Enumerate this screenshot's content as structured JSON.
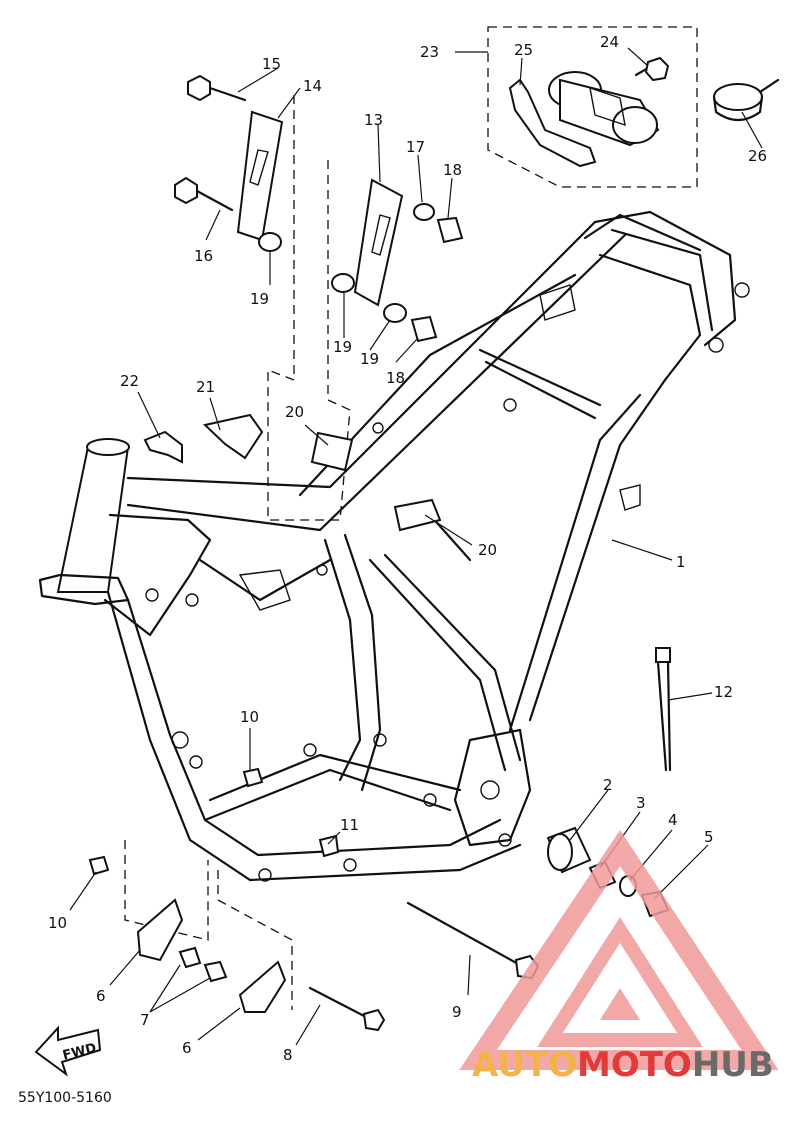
{
  "diagram": {
    "part_code": "55Y100-5160",
    "fwd_label": "FWD",
    "callouts": [
      {
        "id": "c1",
        "text": "1"
      },
      {
        "id": "c2",
        "text": "2"
      },
      {
        "id": "c3",
        "text": "3"
      },
      {
        "id": "c4",
        "text": "4"
      },
      {
        "id": "c5",
        "text": "5"
      },
      {
        "id": "c6a",
        "text": "6"
      },
      {
        "id": "c6b",
        "text": "6"
      },
      {
        "id": "c7",
        "text": "7"
      },
      {
        "id": "c8",
        "text": "8"
      },
      {
        "id": "c9",
        "text": "9"
      },
      {
        "id": "c10a",
        "text": "10"
      },
      {
        "id": "c10b",
        "text": "10"
      },
      {
        "id": "c11",
        "text": "11"
      },
      {
        "id": "c12",
        "text": "12"
      },
      {
        "id": "c13",
        "text": "13"
      },
      {
        "id": "c14",
        "text": "14"
      },
      {
        "id": "c15",
        "text": "15"
      },
      {
        "id": "c16",
        "text": "16"
      },
      {
        "id": "c17",
        "text": "17"
      },
      {
        "id": "c18a",
        "text": "18"
      },
      {
        "id": "c18b",
        "text": "18"
      },
      {
        "id": "c19a",
        "text": "19"
      },
      {
        "id": "c19b",
        "text": "19"
      },
      {
        "id": "c19c",
        "text": "19"
      },
      {
        "id": "c20a",
        "text": "20"
      },
      {
        "id": "c20b",
        "text": "20"
      },
      {
        "id": "c21",
        "text": "21"
      },
      {
        "id": "c22",
        "text": "22"
      },
      {
        "id": "c23",
        "text": "23"
      },
      {
        "id": "c24",
        "text": "24"
      },
      {
        "id": "c25",
        "text": "25"
      },
      {
        "id": "c26",
        "text": "26"
      }
    ]
  },
  "watermark": {
    "part1": "AUTO",
    "part2": "MOTO",
    "part3": "HUB",
    "colors": {
      "part1": "#f4b24a",
      "part2": "#e03a3a",
      "part3": "#6a6a6a",
      "mark": "#f19a9a"
    }
  }
}
